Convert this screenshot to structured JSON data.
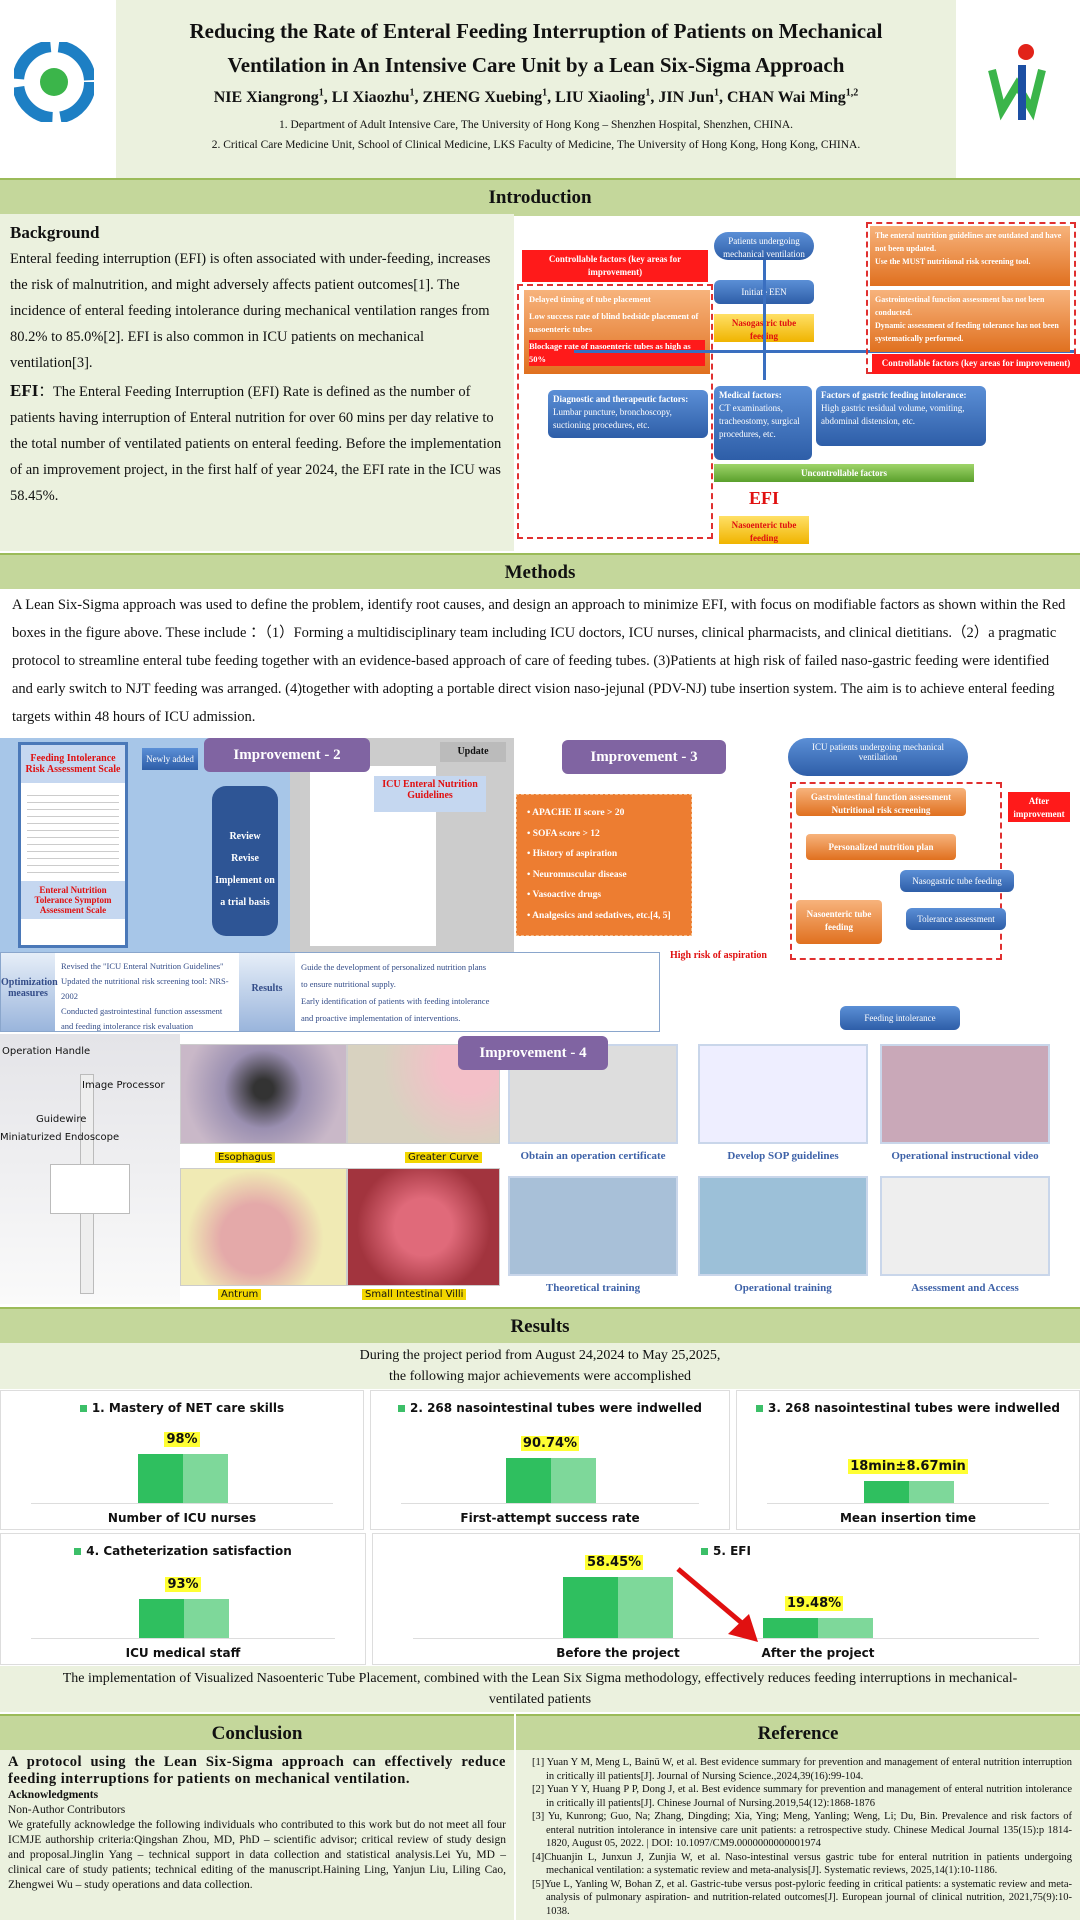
{
  "header": {
    "title_line1": "Reducing the Rate of Enteral Feeding Interruption of Patients on Mechanical",
    "title_line2": "Ventilation in An Intensive Care Unit by a Lean Six-Sigma Approach",
    "authors": [
      {
        "name": "NIE Xiangrong",
        "sup": "1"
      },
      {
        "name": "LI Xiaozhu",
        "sup": "1"
      },
      {
        "name": "ZHENG Xuebing",
        "sup": "1"
      },
      {
        "name": "LIU Xiaoling",
        "sup": "1"
      },
      {
        "name": "JIN Jun",
        "sup": "1"
      },
      {
        "name": "CHAN Wai Ming",
        "sup": "1,2"
      }
    ],
    "affiliation1": "1. Department of Adult Intensive Care, The University of Hong Kong – Shenzhen Hospital, Shenzhen, CHINA.",
    "affiliation2": "2. Critical Care Medicine Unit, School of Clinical Medicine, LKS Faculty of Medicine, The University of Hong Kong, Hong Kong, CHINA."
  },
  "intro": {
    "heading": "Introduction",
    "background_title": "Background",
    "background_text": "Enteral feeding interruption (EFI) is often associated with under-feeding, increases the risk of malnutrition, and might adversely affects patient outcomes[1]. The incidence of enteral feeding intolerance during mechanical ventilation ranges from 80.2% to 85.0%[2]. EFI is also common in ICU patients on mechanical ventilation[3].",
    "efi_title": "EFI",
    "efi_text": "：The Enteral Feeding Interruption (EFI) Rate is defined as the number of patients having interruption of Enteral nutrition for over 60 mins per day relative to the total number of ventilated patients on enteral feeding. Before the implementation of an improvement project, in the first half of year 2024, the EFI rate in the ICU was 58.45%.",
    "diagram": {
      "controllable_left": "Controllable factors (key areas for improvement)",
      "left_items": [
        "Delayed timing of tube placement",
        "Low success rate of blind bedside placement of nasoenteric tubes",
        "Blockage rate of nasoenteric tubes as high as 50%"
      ],
      "patients": "Patients undergoing mechanical ventilation",
      "initiate": "Initiate EEN",
      "ngt": "Nasogastric tube feeding",
      "right_items1": [
        "The enteral nutrition guidelines are outdated and have not been updated.",
        "Use the MUST nutritional risk screening tool."
      ],
      "right_items2": [
        "Gastrointestinal function assessment has not been conducted.",
        "Dynamic assessment of feeding tolerance has not been systematically performed."
      ],
      "controllable_right": "Controllable factors (key areas for improvement)",
      "diag_factors": "Diagnostic and therapeutic factors:",
      "diag_text": "Lumbar puncture, bronchoscopy, suctioning procedures, etc.",
      "med_factors": "Medical factors:",
      "med_text": "CT examinations, tracheostomy, surgical procedures, etc.",
      "gastric_factors": "Factors of gastric feeding intolerance:",
      "gastric_text": "High gastric residual volume, vomiting, abdominal distension, etc.",
      "uncontrollable": "Uncontrollable factors",
      "efi": "EFI",
      "net": "Nasoenteric tube feeding"
    }
  },
  "methods": {
    "heading": "Methods",
    "text": "A Lean Six-Sigma approach was used to define the problem, identify root causes, and design an approach to minimize EFI, with focus on modifiable factors as shown within the Red boxes in the figure above.  These include ：（1）Forming a multidisciplinary team including ICU doctors, ICU nurses, clinical pharmacists, and clinical dietitians.（2）a pragmatic protocol to streamline enteral tube feeding together with an evidence-based approach of care of feeding tubes. (3)Patients at high risk of failed naso-gastric feeding were identified and early switch to NJT feeding was arranged. (4)together with adopting a portable direct vision naso-jejunal (PDV-NJ) tube insertion system. The aim is to achieve enteral feeding targets within 48 hours of ICU admission.",
    "imp2": {
      "title": "Improvement - 2",
      "newly_added": "Newly added",
      "update": "Update",
      "scale1": "Feeding Intolerance Risk Assessment Scale",
      "scale2": "Enteral Nutrition Tolerance Symptom Assessment Scale",
      "guidelines": "ICU Enteral Nutrition Guidelines",
      "steps": [
        "Review",
        "Revise",
        "Implement on a trial basis"
      ],
      "opt_label": "Optimization measures",
      "opt_items": [
        "Revised the \"ICU Enteral Nutrition Guidelines\"",
        "Updated the nutritional risk screening tool: NRS-2002",
        "Conducted gastrointestinal function assessment and feeding intolerance risk evaluation"
      ],
      "res_label": "Results",
      "res_items": [
        "Guide the development of personalized nutrition plans to ensure nutritional supply.",
        "Early identification of patients with feeding intolerance and proactive implementation of interventions."
      ]
    },
    "imp3": {
      "title": "Improvement - 3",
      "risks": [
        "APACHE II score > 20",
        "SOFA score > 12",
        "History of aspiration",
        "Neuromuscular disease",
        "Vasoactive drugs",
        "Analgesics and sedatives, etc.[4, 5]"
      ],
      "high_risk": "High risk of aspiration",
      "icu_patients": "ICU patients undergoing mechanical ventilation",
      "gi_assess": "Gastrointestinal function assessment Nutritional risk screening",
      "plan": "Personalized nutrition plan",
      "after": "After improvement",
      "ngt": "Nasogastric tube feeding",
      "tolerance": "Tolerance assessment",
      "net": "Nasoenteric tube feeding",
      "intolerance": "Feeding intolerance"
    },
    "imp4": {
      "title": "Improvement - 4",
      "device_labels": [
        "Operation Handle",
        "Image Processor",
        "Guidewire",
        "Miniaturized Endoscope"
      ],
      "photo_labels": [
        "Esophagus",
        "Greater Curve",
        "Antrum",
        "Small Intestinal Villi"
      ],
      "captions": [
        "Obtain an operation certificate",
        "Develop SOP guidelines",
        "Operational instructional video",
        "Theoretical training",
        "Operational training",
        "Assessment and Access"
      ]
    }
  },
  "results": {
    "heading": "Results",
    "subtitle1": "During the project period from August 24,2024 to May 25,2025,",
    "subtitle2": "the following major achievements were accomplished",
    "cards": [
      {
        "title": "1. Mastery of NET care skills",
        "label": "98%",
        "value": 98,
        "xlabel": "Number of ICU nurses"
      },
      {
        "title": "2. 268 nasointestinal tubes were indwelled",
        "label": "90.74%",
        "value": 90.74,
        "xlabel": "First-attempt success rate"
      },
      {
        "title": "3. 268 nasointestinal tubes were indwelled",
        "label": "18min±8.67min",
        "value": 18,
        "xlabel": "Mean insertion time"
      },
      {
        "title": "4.  Catheterization satisfaction",
        "label": "93%",
        "value": 93,
        "xlabel": "ICU medical staff"
      }
    ],
    "efi_card": {
      "title": "5. EFI",
      "before_label": "58.45%",
      "before": 58.45,
      "before_x": "Before the project",
      "after_label": "19.48%",
      "after": 19.48,
      "after_x": "After the project"
    },
    "summary": "The implementation of Visualized Nasoenteric Tube Placement, combined with the Lean Six Sigma methodology, effectively reduces feeding interruptions in mechanical-ventilated patients",
    "accent": "#2fbf5f"
  },
  "conclusion": {
    "heading": "Conclusion",
    "statement": "A protocol using the Lean Six-Sigma approach can effectively reduce feeding interruptions for patients on mechanical ventilation.",
    "ack_title": "Acknowledgments",
    "ack_sub": "Non-Author Contributors",
    "ack_text": "We gratefully acknowledge the following individuals who contributed to this work but do not meet all four ICMJE authorship criteria:Qingshan Zhou, MD, PhD – scientific advisor; critical review of study design and proposal.Jinglin Yang – technical support in data collection and statistical analysis.Lei Yu, MD – clinical care of study patients; technical editing of the manuscript.Haining Ling, Yanjun Liu, Liling Cao, Zhengwei Wu – study operations and data collection."
  },
  "reference": {
    "heading": "Reference",
    "items": [
      "[1] Yuan Y M, Meng L, Bainü W, et al. Best evidence summary for prevention and management of enteral nutrition interruption in critically ill patients[J]. Journal of Nursing Science.,2024,39(16):99-104.",
      "[2] Yuan Y Y, Huang P P, Dong J, et al. Best evidence summary for prevention and management of enteral nutrition intolerance in critically ill patients[J]. Chinese Journal of Nursing.2019,54(12):1868-1876",
      "[3] Yu, Kunrong; Guo, Na; Zhang, Dingding; Xia, Ying; Meng, Yanling; Weng, Li; Du, Bin. Prevalence and risk factors of enteral nutrition intolerance in intensive care unit patients: a retrospective study. Chinese Medical Journal 135(15):p 1814-1820, August 05, 2022. | DOI: 10.1097/CM9.0000000000001974",
      "[4]Chuanjin L, Junxun J, Zunjia W, et al. Naso-intestinal versus gastric tube for enteral nutrition in patients undergoing mechanical ventilation: a systematic review and meta-analysis[J]. Systematic reviews, 2025,14(1):10-1186.",
      "[5]Yue L, Yanling W, Bohan Z, et al. Gastric-tube versus post-pyloric feeding in critical patients: a systematic review and meta-analysis of pulmonary aspiration- and nutrition-related outcomes[J]. European journal of clinical nutrition, 2021,75(9):10-1038."
    ]
  }
}
